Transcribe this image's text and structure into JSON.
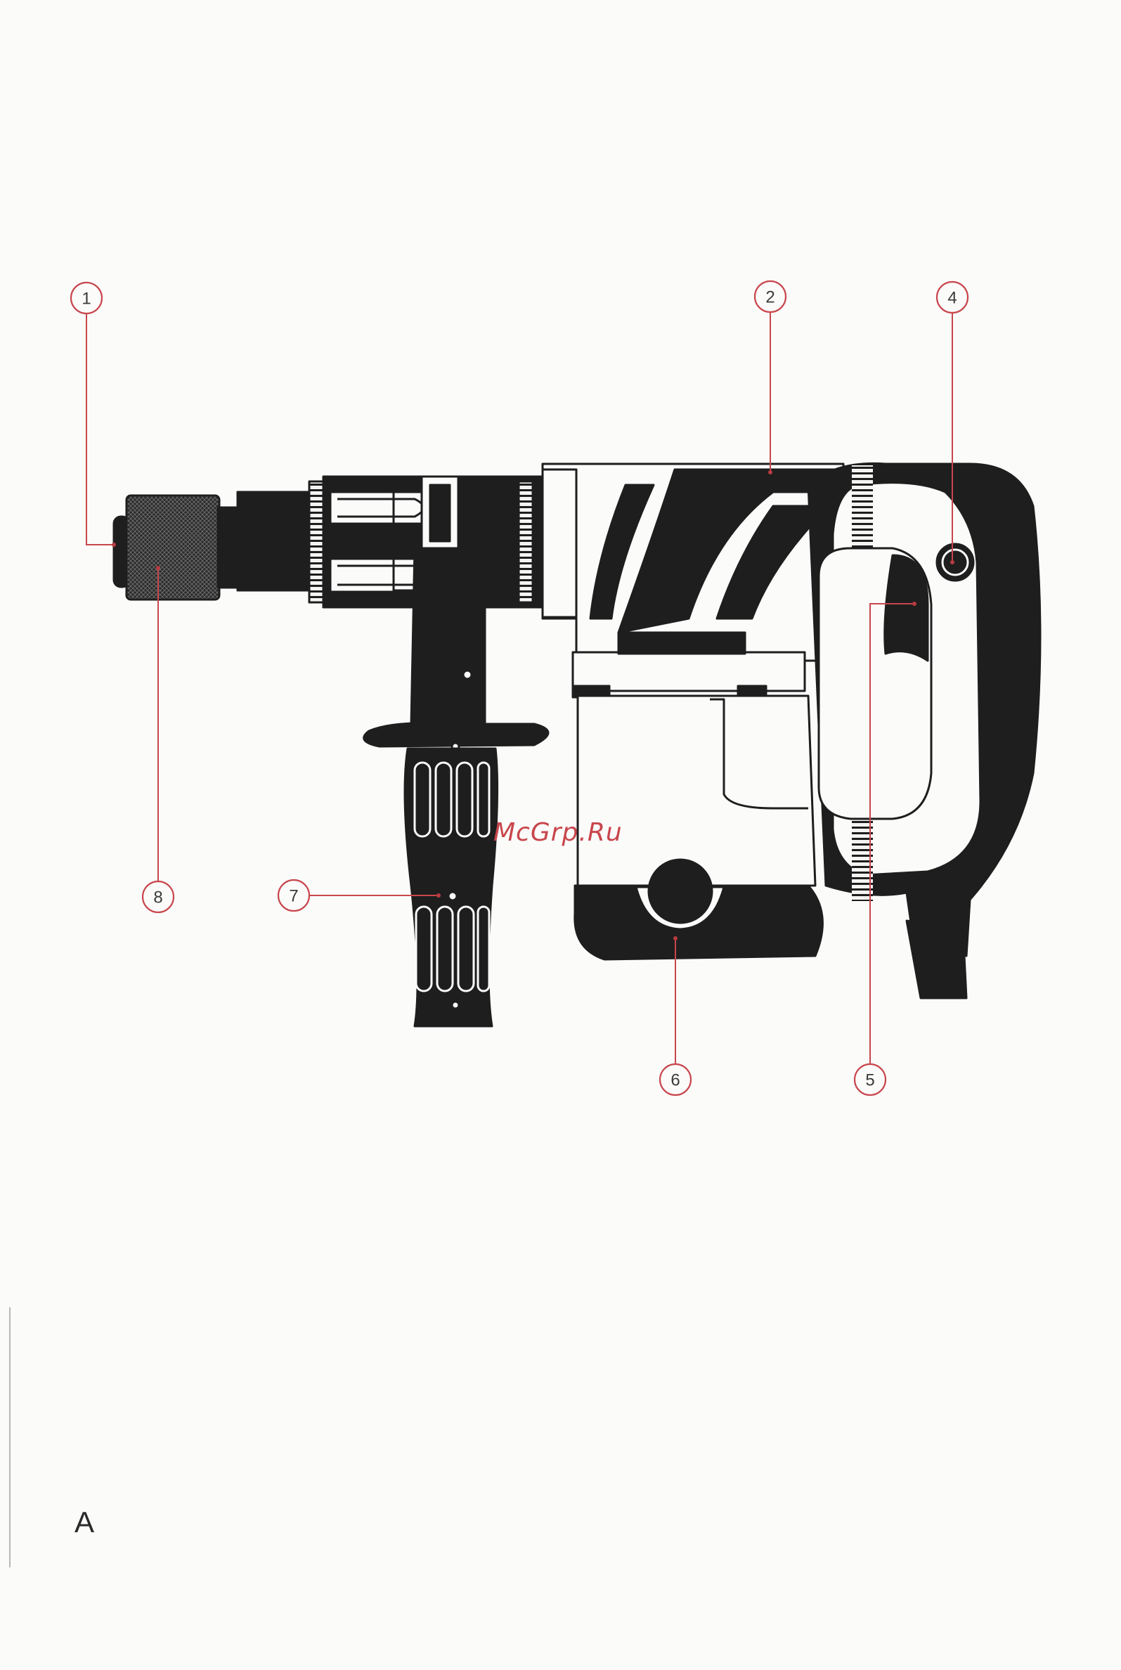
{
  "figure_letter": "A",
  "watermark": "McGrp.Ru",
  "colors": {
    "callout": "#c8464c",
    "ink": "#1e1e1e",
    "paper": "#fbfbfa"
  },
  "callouts": [
    {
      "id": "c1",
      "label": "1"
    },
    {
      "id": "c2",
      "label": "2"
    },
    {
      "id": "c4",
      "label": "4"
    },
    {
      "id": "c5",
      "label": "5"
    },
    {
      "id": "c6",
      "label": "6"
    },
    {
      "id": "c7",
      "label": "7"
    },
    {
      "id": "c8",
      "label": "8"
    }
  ]
}
